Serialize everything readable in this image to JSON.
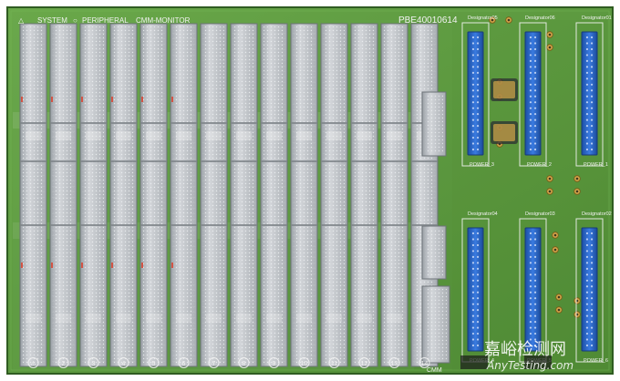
{
  "image": {
    "type": "3D render of a backplane PCB with slot connectors and power connectors",
    "colors": {
      "board": "#5e9a3f",
      "board_light": "#79b85a",
      "board_edge": "#3f6f2a",
      "connector_body": "#b9bcc0",
      "connector_shadow": "#8e9297",
      "connector_dots": "#e7e8ea",
      "power_blue": "#2a67c9",
      "power_blue_dark": "#1a3f86",
      "gold": "#d3a64a",
      "silkscreen": "#f2f2f2"
    }
  },
  "labels": {
    "system": "SYSTEM",
    "peripheral": "PERIPHERAL",
    "cmm_monitor": "CMM-MONITOR",
    "board_id": "PBE40010614",
    "cmm_bottom": "CMM"
  },
  "slots": {
    "numbers": [
      "1",
      "2",
      "3",
      "4",
      "5",
      "6",
      "7",
      "8",
      "9",
      "10",
      "11",
      "12",
      "13",
      "14"
    ],
    "first_marker": "⚠"
  },
  "power": {
    "top_designators": [
      "Designator05",
      "Designator06",
      "Designator01"
    ],
    "bottom_designators": [
      "Designator04",
      "Designator03",
      "Designator02"
    ],
    "top_labels": [
      "POWER_3",
      "POWER_2",
      "POWER_1"
    ],
    "bottom_labels": [
      "POWER_4",
      "POWER_5",
      "POWER_6"
    ]
  },
  "watermark": {
    "cn": "嘉峪检测网",
    "en": "AnyTesting.com"
  }
}
